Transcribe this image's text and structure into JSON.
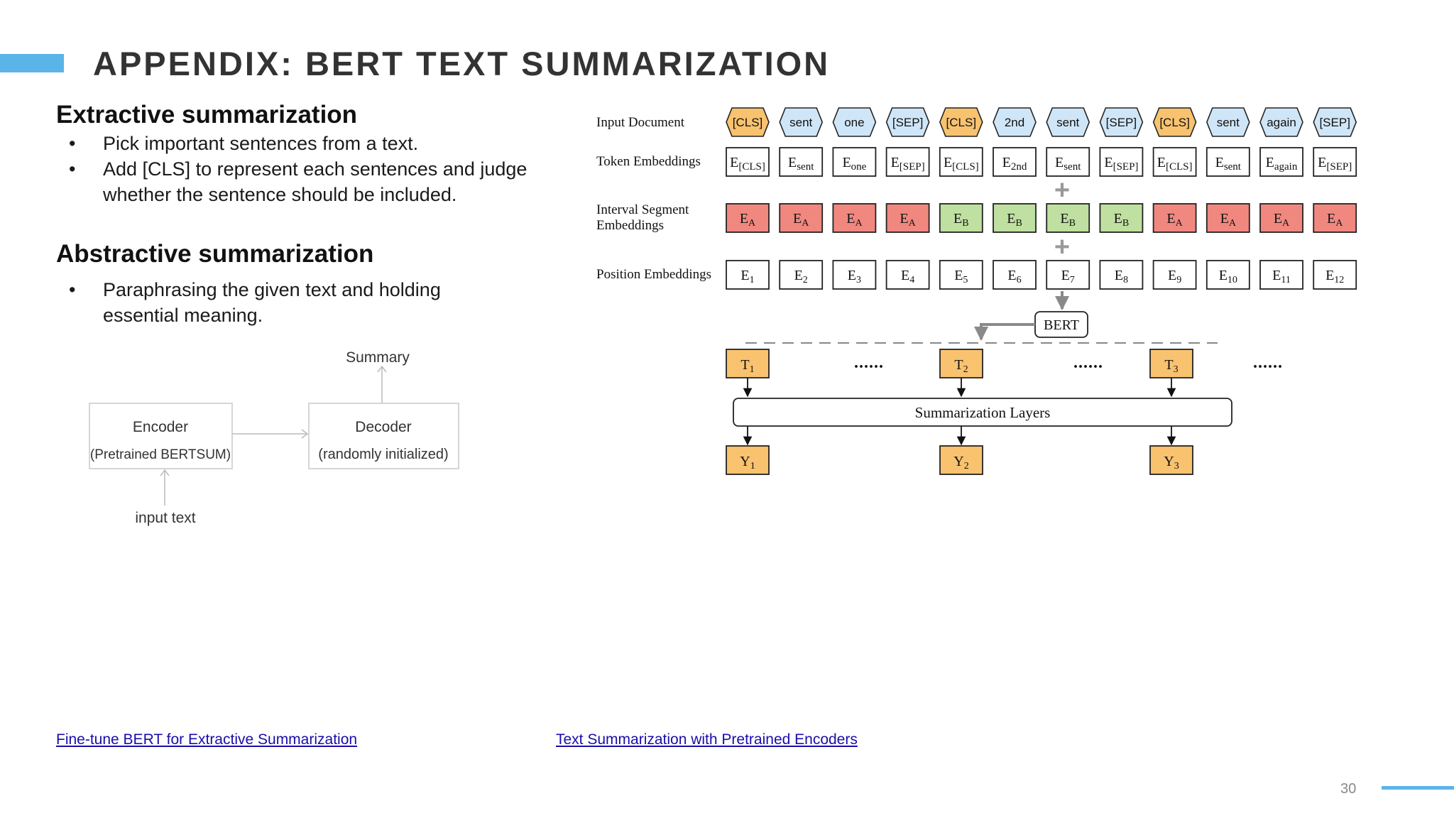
{
  "slide": {
    "title": "APPENDIX: BERT TEXT SUMMARIZATION",
    "page_number": "30"
  },
  "extractive": {
    "heading": "Extractive summarization",
    "bullets": [
      "Pick important sentences from a text.",
      "Add [CLS] to represent each sentences and judge whether the sentence should be included."
    ]
  },
  "abstractive": {
    "heading": "Abstractive summarization",
    "bullets": [
      "Paraphrasing the given text and holding essential meaning."
    ]
  },
  "encdec": {
    "summary_label": "Summary",
    "encoder_title": "Encoder",
    "encoder_sub": "(Pretrained BERTSUM)",
    "decoder_title": "Decoder",
    "decoder_sub": "(randomly initialized)",
    "input_label": "input text"
  },
  "bertsum": {
    "row_labels": {
      "input": "Input Document",
      "token": "Token Embeddings",
      "segment_line1": "Interval Segment",
      "segment_line2": "Embeddings",
      "position": "Position Embeddings"
    },
    "tokens": [
      {
        "text": "[CLS]",
        "kind": "cls"
      },
      {
        "text": "sent",
        "kind": "word"
      },
      {
        "text": "one",
        "kind": "word"
      },
      {
        "text": "[SEP]",
        "kind": "word"
      },
      {
        "text": "[CLS]",
        "kind": "cls"
      },
      {
        "text": "2nd",
        "kind": "word"
      },
      {
        "text": "sent",
        "kind": "word"
      },
      {
        "text": "[SEP]",
        "kind": "word"
      },
      {
        "text": "[CLS]",
        "kind": "cls"
      },
      {
        "text": "sent",
        "kind": "word"
      },
      {
        "text": "again",
        "kind": "word"
      },
      {
        "text": "[SEP]",
        "kind": "word"
      }
    ],
    "token_embeddings": [
      {
        "base": "E",
        "sub": "[CLS]"
      },
      {
        "base": "E",
        "sub": "sent"
      },
      {
        "base": "E",
        "sub": "one"
      },
      {
        "base": "E",
        "sub": "[SEP]"
      },
      {
        "base": "E",
        "sub": "[CLS]"
      },
      {
        "base": "E",
        "sub": "2nd"
      },
      {
        "base": "E",
        "sub": "sent"
      },
      {
        "base": "E",
        "sub": "[SEP]"
      },
      {
        "base": "E",
        "sub": "[CLS]"
      },
      {
        "base": "E",
        "sub": "sent"
      },
      {
        "base": "E",
        "sub": "again"
      },
      {
        "base": "E",
        "sub": "[SEP]"
      }
    ],
    "segment_embeddings": [
      {
        "base": "E",
        "sub": "A"
      },
      {
        "base": "E",
        "sub": "A"
      },
      {
        "base": "E",
        "sub": "A"
      },
      {
        "base": "E",
        "sub": "A"
      },
      {
        "base": "E",
        "sub": "B"
      },
      {
        "base": "E",
        "sub": "B"
      },
      {
        "base": "E",
        "sub": "B"
      },
      {
        "base": "E",
        "sub": "B"
      },
      {
        "base": "E",
        "sub": "A"
      },
      {
        "base": "E",
        "sub": "A"
      },
      {
        "base": "E",
        "sub": "A"
      },
      {
        "base": "E",
        "sub": "A"
      }
    ],
    "position_embeddings": [
      {
        "base": "E",
        "sub": "1"
      },
      {
        "base": "E",
        "sub": "2"
      },
      {
        "base": "E",
        "sub": "3"
      },
      {
        "base": "E",
        "sub": "4"
      },
      {
        "base": "E",
        "sub": "5"
      },
      {
        "base": "E",
        "sub": "6"
      },
      {
        "base": "E",
        "sub": "7"
      },
      {
        "base": "E",
        "sub": "8"
      },
      {
        "base": "E",
        "sub": "9"
      },
      {
        "base": "E",
        "sub": "10"
      },
      {
        "base": "E",
        "sub": "11"
      },
      {
        "base": "E",
        "sub": "12"
      }
    ],
    "plus_sign": "+",
    "bert_label": "BERT",
    "ellipsis": "......",
    "t_outputs": [
      {
        "base": "T",
        "sub": "1"
      },
      {
        "base": "T",
        "sub": "2"
      },
      {
        "base": "T",
        "sub": "3"
      }
    ],
    "summarization_label": "Summarization Layers",
    "y_outputs": [
      {
        "base": "Y",
        "sub": "1"
      },
      {
        "base": "Y",
        "sub": "2"
      },
      {
        "base": "Y",
        "sub": "3"
      }
    ]
  },
  "colors": {
    "accent": "#5bb4e8",
    "cls_fill": "#f8c26f",
    "token_fill": "#cfe6f8",
    "seg_a_fill": "#f08880",
    "seg_b_fill": "#bfe0a0",
    "link": "#1a0dab"
  },
  "links": {
    "left": "Fine-tune BERT for Extractive Summarization",
    "right": "Text Summarization with Pretrained Encoders"
  }
}
